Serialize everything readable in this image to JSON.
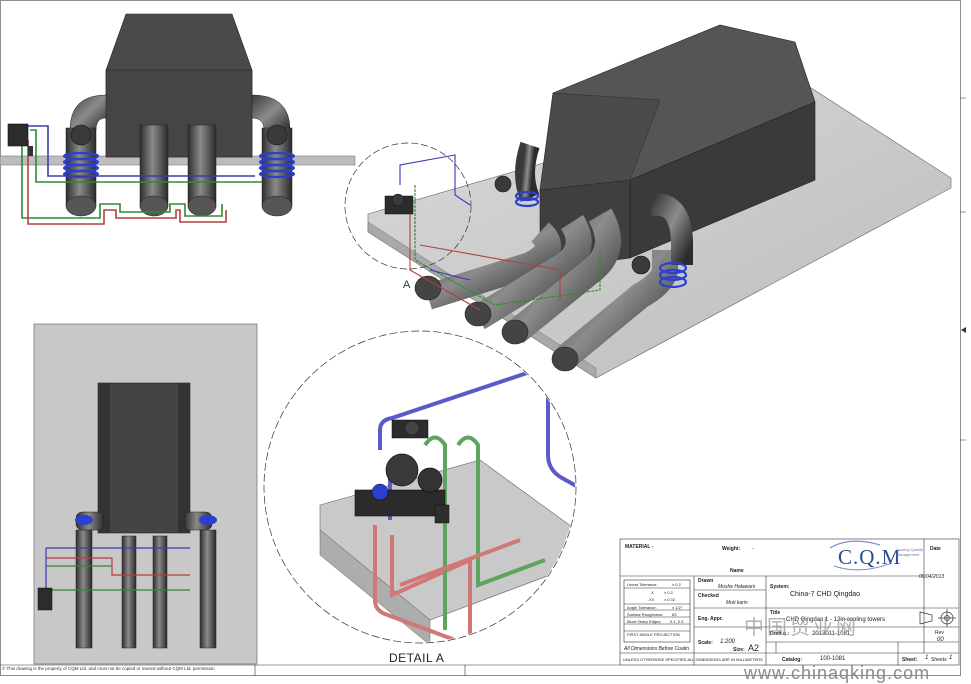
{
  "title_block": {
    "material_label": "MATERIAL -",
    "weight_label": "Weight:",
    "weight_value": "-",
    "name_label": "Name",
    "date_label": "Date",
    "date_value": "05/04/2013",
    "drawn_label": "Drawn",
    "drawn_by": "Moshe Halawani",
    "checked_label": "Checked",
    "checked_by": "Moti karin",
    "eng_appr_label": "Eng. Appr.",
    "system_label": "System:",
    "system_value": "China-7 CHD Qingdao",
    "title_label": "Title",
    "title_value": "CHD Qingdao 1 - 12in cooling towers",
    "scale_label": "Scale:",
    "scale_value": "1:200",
    "size_label": "Size:",
    "size_value": "A2",
    "draft_label": "Draft n.:",
    "draft_value": "2013011-1081",
    "rev_label": "Rev",
    "rev_value": "00",
    "catalog_label": "Catalog:",
    "catalog_value": "100-1081",
    "sheet_label": "Sheet:",
    "sheet_value": "1",
    "sheets_label": "Sheets",
    "sheets_value": "1",
    "all_dims": "All Dimensions Before Coatin",
    "units_note": "UNLESS OTHERWISE SPECIFIED ALL DIMENSIONS ARE IN MILLIMETERS",
    "projection": "FIRST ANGLE PROJECTION",
    "tolerance": {
      "linear_label": "Linear Tolerance:",
      "linear_value": "± 0.2",
      "x_label": ".X",
      "x_value": "± 0.2",
      "xx_label": ".XX",
      "xx_value": "± 0.02",
      "angle_label": "Angle Tolerance:",
      "angle_value": "± 1/2°",
      "surface_label": "Surface Roughness:",
      "surface_value": "63",
      "sharp_label": "Blunt Sharp Edges:",
      "sharp_value": "0.1_0.3"
    }
  },
  "logo": {
    "main": "C.Q.M",
    "sub": "Cooling Quality Management"
  },
  "labels": {
    "detail": "DETAIL A",
    "leader": "A"
  },
  "footer_note": "© This drawing is the property of CQM Ltd. and must not be copied or reused without CQM Ltd. permission",
  "watermark": "www.chinaqking.com",
  "watermark_cn": "中国贸业网",
  "colors": {
    "housing": "#3c3c3c",
    "pipe": "#4d4d4d",
    "slab": "#c9c9c9",
    "line_blue": "#3a3ab8",
    "line_green": "#2e8a2e",
    "line_red": "#b04040",
    "bellows": "#2b3fd0"
  }
}
